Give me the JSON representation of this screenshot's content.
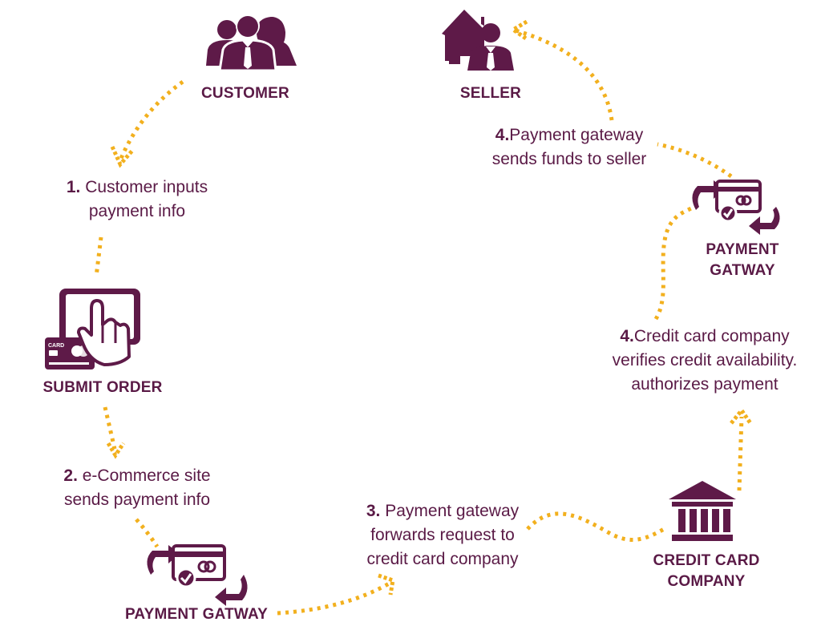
{
  "colors": {
    "primary": "#5e1a48",
    "arrow": "#f2b01e",
    "background": "#ffffff"
  },
  "nodes": {
    "customer": {
      "label": "CUSTOMER",
      "icon": "people-icon"
    },
    "seller": {
      "label": "SELLER",
      "icon": "house-person-icon"
    },
    "submit_order": {
      "label": "SUBMIT ORDER",
      "icon": "tablet-touch-card-icon",
      "card_text": "CARD"
    },
    "gateway_bottom": {
      "label": "PAYMENT GATWAY",
      "icon": "card-exchange-icon"
    },
    "gateway_right": {
      "label_line1": "PAYMENT",
      "label_line2": "GATWAY",
      "icon": "card-exchange-icon"
    },
    "credit_company": {
      "label_line1": "CREDIT CARD",
      "label_line2": "COMPANY",
      "icon": "bank-icon"
    }
  },
  "steps": {
    "s1": {
      "num": "1.",
      "line1": " Customer inputs",
      "line2": "payment info"
    },
    "s2": {
      "num": "2.",
      "line1": " e-Commerce site",
      "line2": "sends payment info"
    },
    "s3": {
      "num": "3.",
      "line1": " Payment gateway",
      "line2": "forwards request to",
      "line3": "credit card company"
    },
    "s4a": {
      "num": "4.",
      "line1": "Credit card company",
      "line2": "verifies credit availability.",
      "line3": "authorizes payment"
    },
    "s4b": {
      "num": "4.",
      "line1": "Payment gateway",
      "line2": "sends funds to seller"
    }
  }
}
